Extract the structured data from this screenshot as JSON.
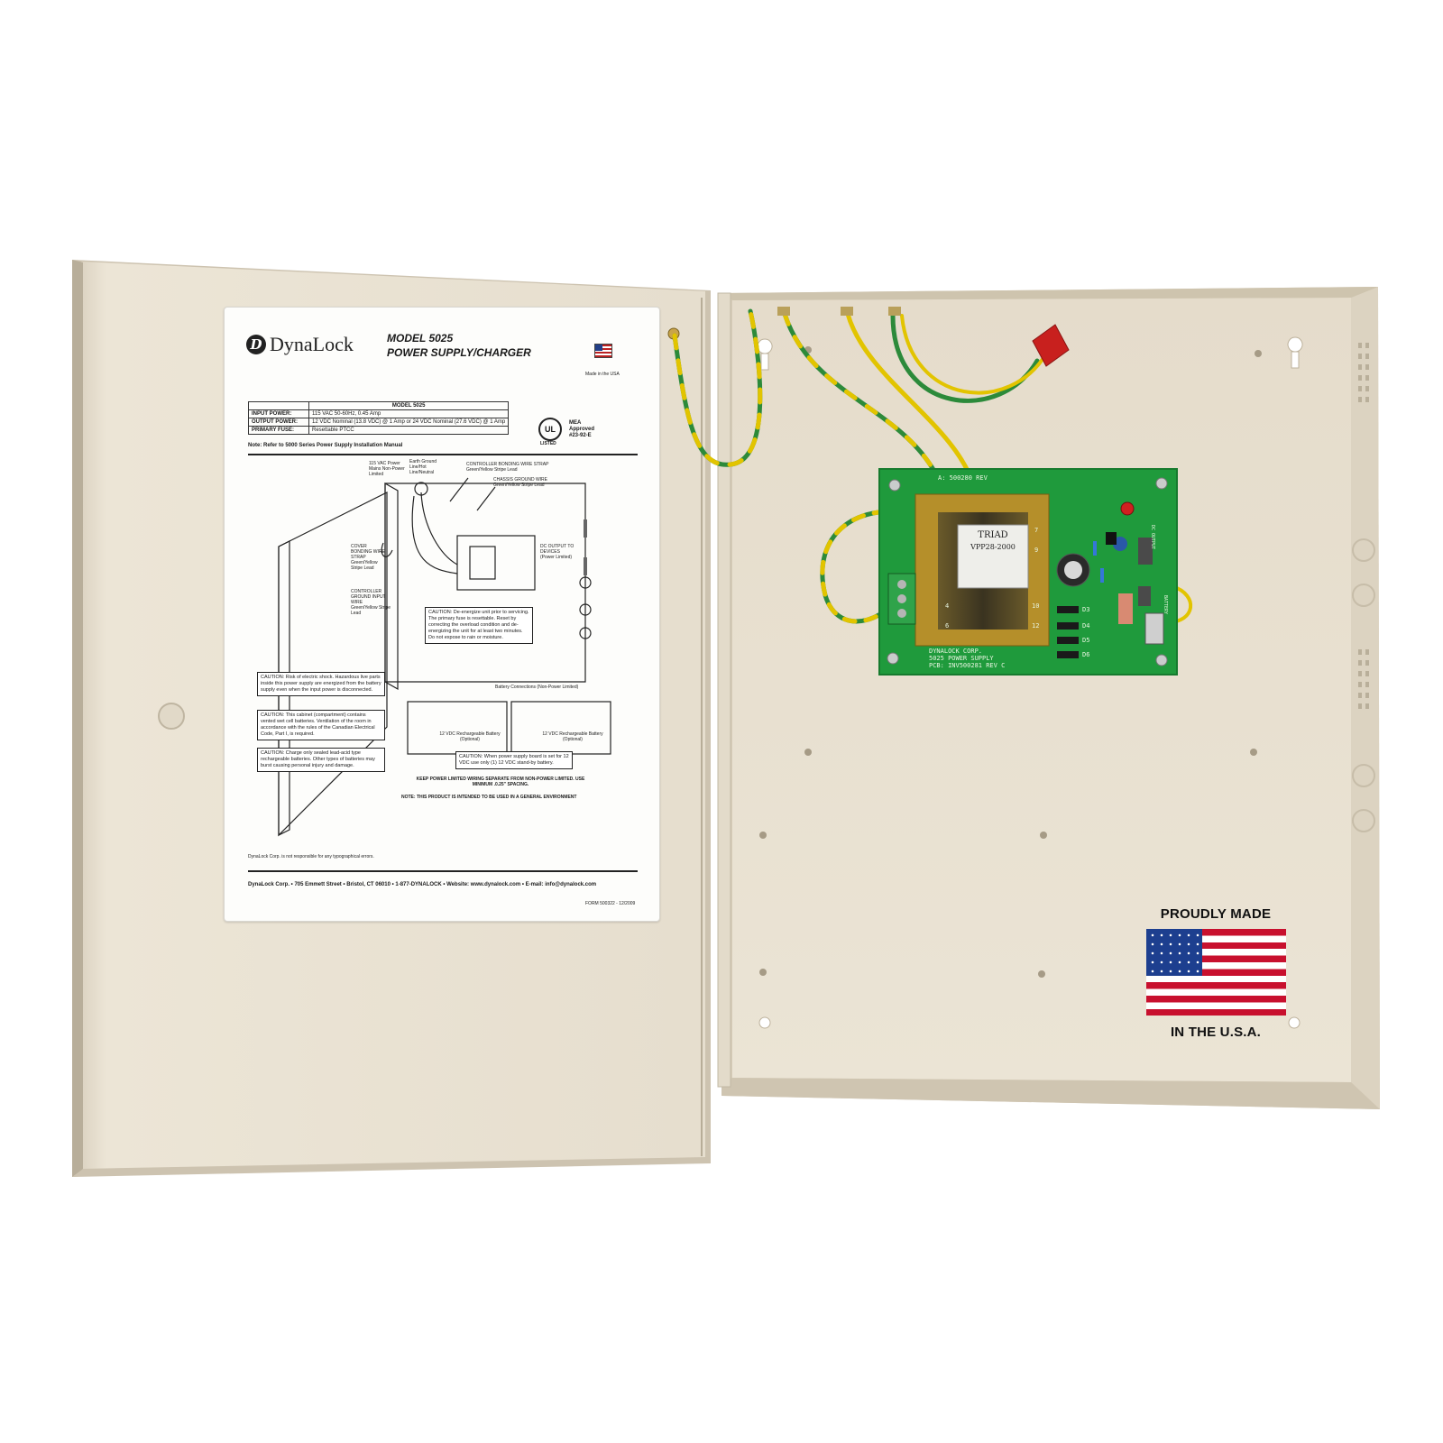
{
  "label": {
    "brand": "DynaLock",
    "brand_mark": "D",
    "model_title": "MODEL  5025",
    "model_subtitle": "POWER SUPPLY/CHARGER",
    "made_in_usa_small": "Made in the USA",
    "spec_header": "MODEL 5025",
    "specs": [
      {
        "key": "INPUT POWER:",
        "value": "115 VAC 50-60Hz, 0.45 Amp"
      },
      {
        "key": "OUTPUT POWER:",
        "value": "12 VDC Nominal (13.8 VDC) @ 1 Amp or 24 VDC Nominal (27.6 VDC) @ 1 Amp"
      },
      {
        "key": "PRIMARY FUSE:",
        "value": "Resettable PTCC"
      }
    ],
    "ul_mark": "UL",
    "ul_listed": "LISTED",
    "mea": "MEA",
    "mea_sub": "Approved",
    "mea_number": "#23-92-E",
    "note_top": "Note: Refer to 5000 Series Power Supply Installation Manual",
    "diagram_labels": {
      "vac": "115 VAC Power Mains Non-Power Limited",
      "earth": "Earth Ground Line/Hot Line/Neutral",
      "bond_strap": "CONTROLLER BONDING WIRE STRAP",
      "bond_strap_sub": "Green/Yellow Stripe Lead",
      "chassis": "CHASSIS GROUND WIRE",
      "chassis_sub": "Green/Yellow Stripe Lead",
      "cover": "COVER BONDING WIRE STRAP",
      "cover_sub": "Green/Yellow Stripe Lead",
      "dc_output": "DC OUTPUT TO DEVICES",
      "dc_output_sub": "(Power Limited)",
      "controller_input": "CONTROLLER GROUND INPUT WIRE",
      "controller_input_sub": "Green/Yellow Stripe Lead",
      "battery_conn": "Battery Connections (Non-Power Limited)",
      "battery1": "12 VDC Rechargeable Battery",
      "battery2": "12 VDC Rechargeable Battery",
      "optional": "(Optional)"
    },
    "caution_deenergize": "CAUTION: De-energize unit prior to servicing. The primary fuse is resettable. Reset by correcting the overload condition and de-energizing the unit for at least two minutes. Do not expose to rain or moisture.",
    "caution_shock": "CAUTION: Risk of electric shock. Hazardous live parts inside this power supply are energized from the battery supply even when the input power is disconnected.",
    "caution_cabinet": "CAUTION: This cabinet (compartment) contains vented wet cell batteries. Ventilation of the room in accordance with the rules of the Canadian Electrical Code, Part I, is required.",
    "caution_charge": "CAUTION: Charge only sealed lead-acid type rechargeable batteries. Other types of batteries may burst causing personal injury and damage.",
    "caution_12vdc": "CAUTION: When power supply board is set for 12 VDC use only (1) 12 VDC stand-by battery.",
    "keep_separate": "KEEP POWER LIMITED WIRING SEPARATE FROM NON-POWER LIMITED. USE MINIMUM .0.25\" SPACING.",
    "note_general": "NOTE: THIS PRODUCT IS INTENDED TO BE USED IN A GENERAL ENVIRONMENT",
    "disclaimer": "DynaLock Corp. is not responsible for any typographical errors.",
    "footer": "DynaLock Corp. • 705 Emmett Street • Bristol, CT 06010 • 1-877-DYNALOCK • Website: www.dynalock.com • E-mail: info@dynalock.com",
    "form": "FORM 500322 - 12/2009"
  },
  "pcb": {
    "part_no": "A: 500280   REV",
    "transformer_brand": "TRIAD",
    "transformer_model": "VPP28-2000",
    "pin_labels": [
      "7",
      "9",
      "4",
      "10",
      "6",
      "12"
    ],
    "diodes": [
      "D3",
      "D4",
      "D5",
      "D6"
    ],
    "board_text_1": "DYNALOCK CORP.",
    "board_text_2": "5025 POWER SUPPLY",
    "board_text_3": "PCB: INV500281  REV C",
    "dc_output": "DC OUTPUT",
    "battery": "BATTERY"
  },
  "badge": {
    "top": "PROUDLY MADE",
    "bottom": "IN THE U.S.A."
  },
  "colors": {
    "enclosure": "#e9e1d2",
    "enclosure_shadow": "#d3c9b6",
    "pcb_green": "#1f9a3c",
    "wire_yellow": "#e2c400",
    "wire_green": "#2c8a3a",
    "wire_cap_red": "#c8201e",
    "flag_red": "#c8102e",
    "flag_blue": "#1d3f8f"
  }
}
